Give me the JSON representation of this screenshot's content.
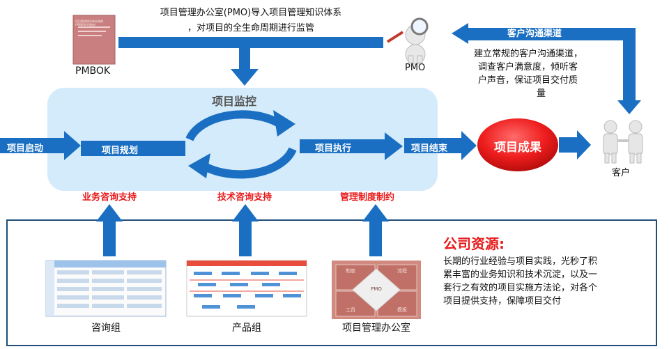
{
  "pmo_intro_line1": "项目管理办公室(PMO)导入项目管理知识体系",
  "pmo_intro_line2": "，对项目的全生命周期进行监管",
  "pmbok_label": "PMBOK",
  "pmbok_book_title": "项目管理知识体系指南(PMBOK®指南)",
  "pmo_label": "PMO",
  "customer_channel_title": "客户沟通渠道",
  "customer_channel_desc": [
    "建立常规的客户沟通渠道，",
    "调查客户满意度，倾听客",
    "户声音，保证项目交付质",
    "量"
  ],
  "monitor_title": "项目监控",
  "stages": {
    "start": "项目启动",
    "plan": "项目规划",
    "execute": "项目执行",
    "close": "项目结束"
  },
  "result": "项目成果",
  "customer_label": "客户",
  "supports": {
    "business": "业务咨询支持",
    "tech": "技术咨询支持",
    "management": "管理制度制约"
  },
  "company_resource_title": "公司资源:",
  "company_resource_desc": [
    "长期的行业经验与项目实践，光秒了积",
    "累丰富的业务知识和技术沉淀，以及一",
    "套行之有效的项目实施方法论，对各个",
    "项目提供支持，保障项目交付"
  ],
  "groups": {
    "consulting": "咨询组",
    "product": "产品组",
    "pmo_office": "项目管理办公室"
  },
  "pmo_office_thumb": {
    "center": "PMO",
    "corners": [
      "制度",
      "流程",
      "工具",
      "模板"
    ]
  },
  "colors": {
    "arrow_blue": "#1a6fc2",
    "panel_light": "#d3ebfb",
    "frame": "#1f4e79",
    "red": "#e8191a"
  }
}
